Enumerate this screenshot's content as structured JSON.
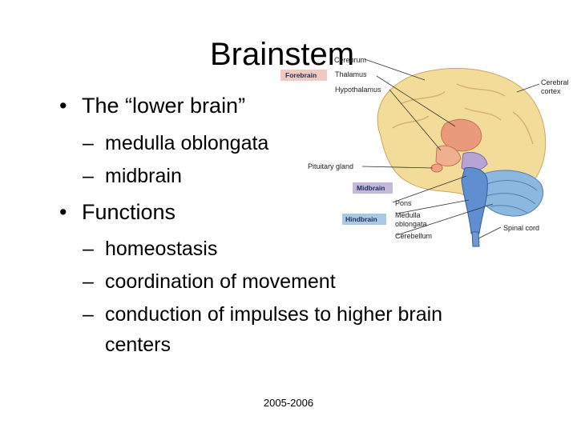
{
  "slide": {
    "title": "Brainstem",
    "bullets": [
      {
        "marker": "•",
        "text": "The “lower brain”"
      },
      {
        "marker": "•",
        "text": "Functions"
      }
    ],
    "sub_bullets": [
      {
        "marker": "–",
        "text": "medulla oblongata"
      },
      {
        "marker": "–",
        "text": "midbrain"
      },
      {
        "marker": "–",
        "text": "homeostasis"
      },
      {
        "marker": "–",
        "text": "coordination of movement"
      },
      {
        "marker": "–",
        "text": "conduction of impulses to higher brain"
      },
      {
        "marker": "",
        "text": "centers"
      }
    ],
    "footer": "2005-2006"
  },
  "diagram": {
    "categories": {
      "forebrain": "Forebrain",
      "midbrain": "Midbrain",
      "hindbrain": "Hindbrain"
    },
    "labels": {
      "cerebrum": "Cerebrum",
      "thalamus": "Thalamus",
      "hypothalamus": "Hypothalamus",
      "cerebral_cortex_1": "Cerebral",
      "cerebral_cortex_2": "cortex",
      "pituitary": "Pituitary gland",
      "pons": "Pons",
      "medulla_1": "Medulla",
      "medulla_2": "oblongata",
      "cerebellum": "Cerebellum",
      "spinal_cord": "Spinal cord"
    },
    "colors": {
      "category_box": "#f2c9c0",
      "midbrain_box": "#c5b8d9",
      "hindbrain_box": "#a9c9e6",
      "cerebrum": "#f3dc9a",
      "thalamus": "#e89a7a",
      "brainstem": "#5f8fd0",
      "cerebellum": "#8cb8e0"
    }
  }
}
